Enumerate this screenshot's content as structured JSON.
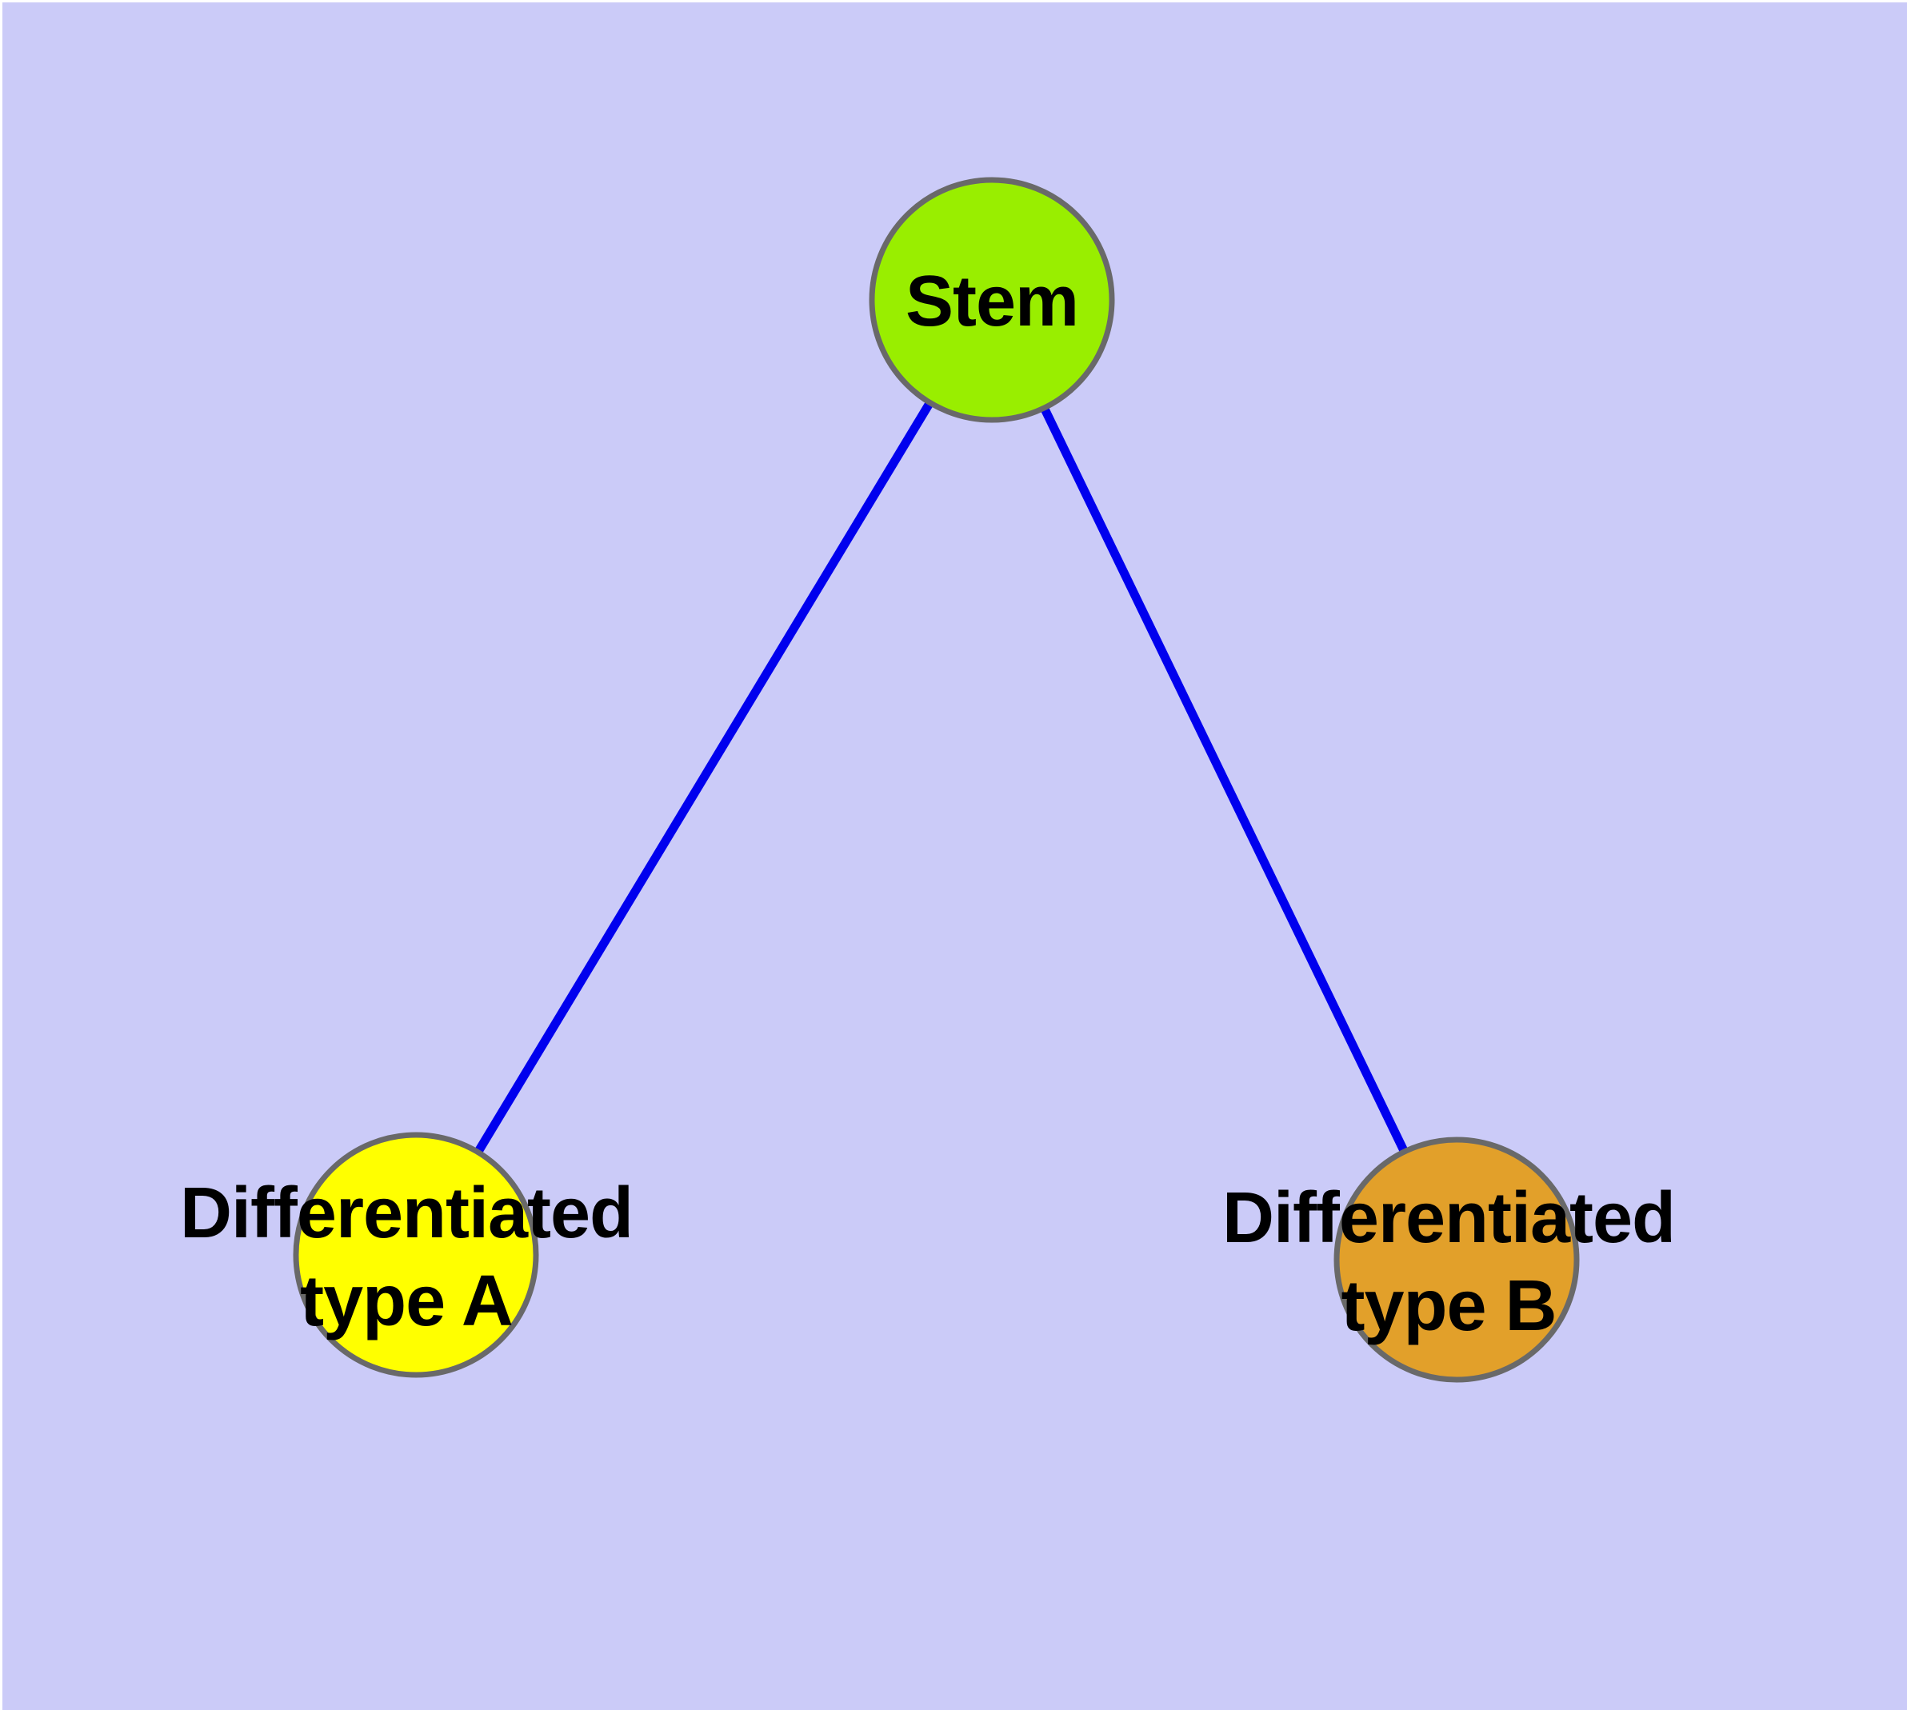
{
  "diagram": {
    "description": "Stem cell differentiation diagram: a stem node branching to two differentiated cell types",
    "background_color": "#CBCBF8",
    "edge_color": "#0000EE",
    "node_border_color": "#696969",
    "label_color": "#000000",
    "nodes": [
      {
        "id": "stem",
        "label": "Stem",
        "line1": "Stem",
        "line2": "",
        "fill": "#99EE00"
      },
      {
        "id": "differentiated-type-a",
        "label": "Differentiated type A",
        "line1": "Differentiated",
        "line2": "type A",
        "fill": "#FFFF00"
      },
      {
        "id": "differentiated-type-b",
        "label": "Differentiated type B",
        "line1": "Differentiated",
        "line2": "type B",
        "fill": "#E2A02A"
      }
    ],
    "edges": [
      {
        "from": "Stem",
        "to": "Differentiated type A"
      },
      {
        "from": "Stem",
        "to": "Differentiated type B"
      }
    ]
  }
}
